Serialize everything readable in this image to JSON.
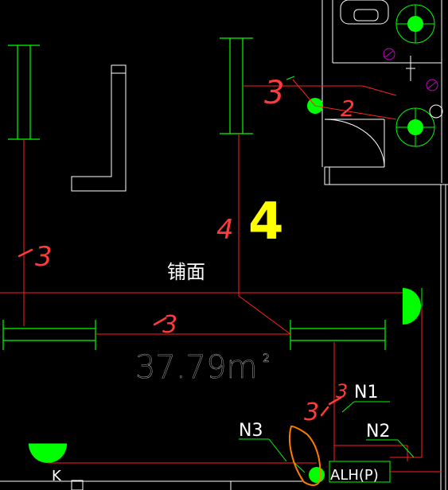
{
  "drawing": {
    "room_label": "铺面",
    "area_value": "37.79m",
    "area_superscript": "2",
    "panel_label": "ALH(P)",
    "circuit_labels": {
      "n1": "N1",
      "n2": "N2",
      "n3": "N3",
      "k": "K"
    },
    "handwritten_marks": {
      "top_3": "3",
      "top_2": "2",
      "vertical_4": "4",
      "big_4": "4",
      "left_3": "3",
      "mid_3": "3",
      "bottom_3_1": "3",
      "bottom_3_2": "3"
    }
  },
  "colors": {
    "background": "#000000",
    "wall_lines": "#ffffff",
    "fixture_lines": "#00ff00",
    "wiring_lines": "#ff2020",
    "handwriting_red": "#ff3a3a",
    "handwriting_yellow": "#ffff00",
    "handwriting_orange": "#ff7a00",
    "magenta_marker": "#c800c8"
  }
}
